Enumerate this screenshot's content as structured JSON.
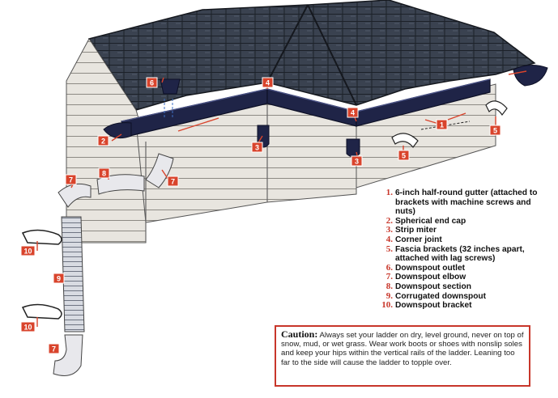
{
  "callouts": {
    "c1": "1",
    "c2": "2",
    "c3a": "3",
    "c3b": "3",
    "c4a": "4",
    "c4b": "4",
    "c5a": "5",
    "c5b": "5",
    "c6": "6",
    "c7a": "7",
    "c7b": "7",
    "c7c": "7",
    "c8": "8",
    "c9": "9",
    "c10a": "10",
    "c10b": "10"
  },
  "legend": [
    {
      "num": "1.",
      "text": "6-inch half-round gutter (attached to brackets with machine screws and nuts)"
    },
    {
      "num": "2.",
      "text": "Spherical end cap"
    },
    {
      "num": "3.",
      "text": "Strip miter"
    },
    {
      "num": "4.",
      "text": "Corner joint"
    },
    {
      "num": "5.",
      "text": "Fascia brackets (32 inches apart, attached with lag screws)"
    },
    {
      "num": "6.",
      "text": "Downspout outlet"
    },
    {
      "num": "7.",
      "text": "Downspout elbow"
    },
    {
      "num": "8.",
      "text": "Downspout section"
    },
    {
      "num": "9.",
      "text": "Corrugated downspout"
    },
    {
      "num": "10.",
      "text": "Downspout bracket"
    }
  ],
  "caution": {
    "title": "Caution:",
    "text": " Always set your ladder on dry, level ground, never on top of snow, mud, or wet grass. Wear work boots or shoes with nonslip soles and keep your hips within the vertical rails of the ladder. Leaning too far to the side will cause the ladder to topple over."
  },
  "colors": {
    "accent": "#d9442c",
    "gutter": "#1f2447",
    "roof": "#3a4250",
    "siding": "#e6e3dd"
  }
}
